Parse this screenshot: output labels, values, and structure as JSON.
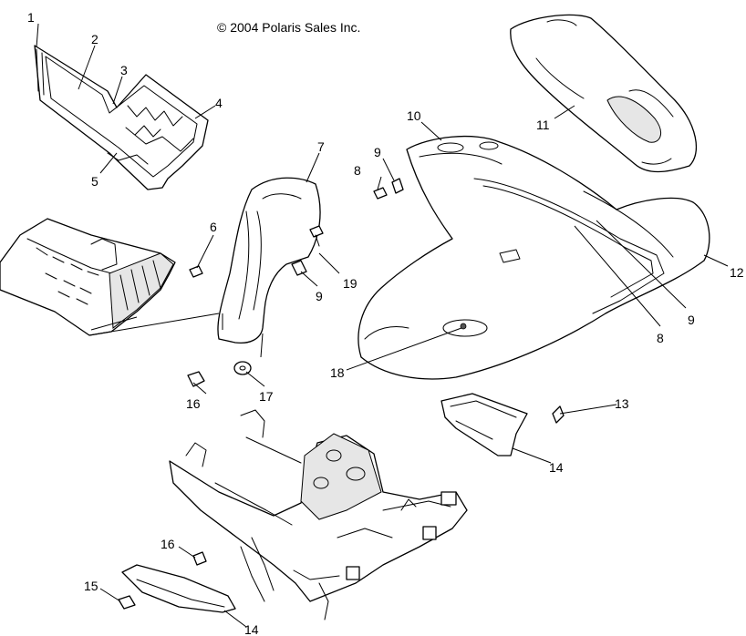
{
  "copyright": "© 2004 Polaris Sales Inc.",
  "callouts": [
    {
      "id": "c1",
      "label": "1"
    },
    {
      "id": "c2",
      "label": "2"
    },
    {
      "id": "c3",
      "label": "3"
    },
    {
      "id": "c4",
      "label": "4"
    },
    {
      "id": "c5",
      "label": "5"
    },
    {
      "id": "c6",
      "label": "6"
    },
    {
      "id": "c7",
      "label": "7"
    },
    {
      "id": "c8a",
      "label": "8"
    },
    {
      "id": "c9a",
      "label": "9"
    },
    {
      "id": "c10",
      "label": "10"
    },
    {
      "id": "c11",
      "label": "11"
    },
    {
      "id": "c12",
      "label": "12"
    },
    {
      "id": "c19",
      "label": "19"
    },
    {
      "id": "c9b",
      "label": "9"
    },
    {
      "id": "c9c",
      "label": "9"
    },
    {
      "id": "c8b",
      "label": "8"
    },
    {
      "id": "c18",
      "label": "18"
    },
    {
      "id": "c16a",
      "label": "16"
    },
    {
      "id": "c17",
      "label": "17"
    },
    {
      "id": "c13",
      "label": "13"
    },
    {
      "id": "c14a",
      "label": "14"
    },
    {
      "id": "c16b",
      "label": "16"
    },
    {
      "id": "c15",
      "label": "15"
    },
    {
      "id": "c14b",
      "label": "14"
    }
  ]
}
